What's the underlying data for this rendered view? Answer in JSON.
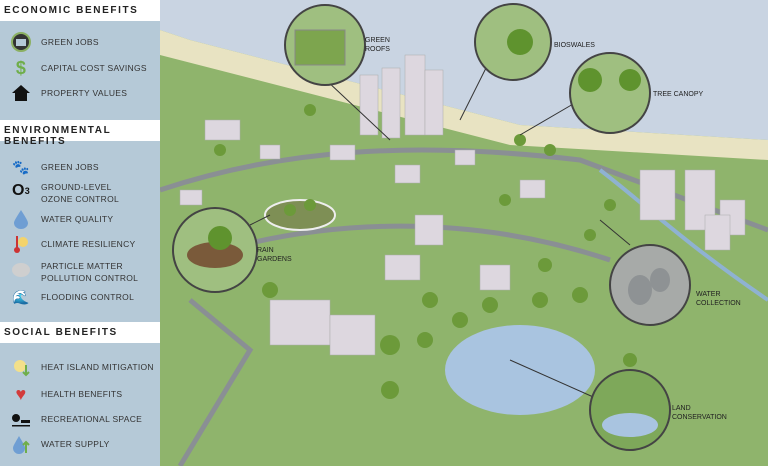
{
  "sections": [
    {
      "title": "ECONOMIC BENEFITS",
      "items": [
        {
          "label": "GREEN JOBS",
          "icon": "briefcase-icon"
        },
        {
          "label": "CAPITAL COST SAVINGS",
          "icon": "dollar-icon"
        },
        {
          "label": "PROPERTY VALUES",
          "icon": "house-icon"
        }
      ]
    },
    {
      "title": "ENVIRONMENTAL BENEFITS",
      "items": [
        {
          "label": "GREEN JOBS",
          "icon": "paw-icon"
        },
        {
          "label": "GROUND-LEVEL OZONE CONTROL",
          "icon": "ozone-icon"
        },
        {
          "label": "WATER QUALITY",
          "icon": "water-drop-check-icon"
        },
        {
          "label": "CLIMATE RESILIENCY",
          "icon": "thermometer-sun-icon"
        },
        {
          "label": "PARTICLE MATTER POLLUTION CONTROL",
          "icon": "particles-icon"
        },
        {
          "label": "FLOODING CONTROL",
          "icon": "flood-icon"
        }
      ]
    },
    {
      "title": "SOCIAL BENEFITS",
      "items": [
        {
          "label": "HEAT ISLAND MITIGATION",
          "icon": "sun-down-arrow-icon"
        },
        {
          "label": "HEALTH BENEFITS",
          "icon": "heart-plus-icon"
        },
        {
          "label": "RECREATIONAL SPACE",
          "icon": "park-bench-icon"
        },
        {
          "label": "WATER SUPPLY",
          "icon": "water-drop-up-icon"
        }
      ]
    }
  ],
  "callouts": {
    "green_roofs": [
      "GREEN",
      "ROOFS"
    ],
    "bioswales": "BIOSWALES",
    "tree_canopy": "TREE CANOPY",
    "rain_gardens": [
      "RAIN",
      "GARDENS"
    ],
    "water_collection": [
      "WATER",
      "COLLECTION"
    ],
    "land_conservation": [
      "LAND",
      "CONSERVATION"
    ]
  },
  "colors": {
    "ground": "#8fb46c",
    "water": "#c9d4e2",
    "beach": "#e8e3c2",
    "sidebar": "#b5c9d7"
  }
}
